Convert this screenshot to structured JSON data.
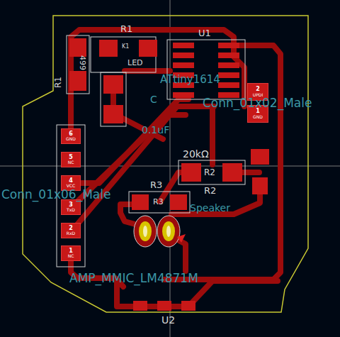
{
  "diagram": {
    "nodes": [
      {
        "text": [
          "6",
          "GND"
        ]
      },
      {
        "text": [
          "5",
          "NC"
        ]
      },
      {
        "text": [
          "4",
          "VCC"
        ]
      },
      {
        "text": [
          "3",
          "TxD"
        ]
      },
      {
        "text": [
          "2",
          "RxD"
        ]
      },
      {
        "text": [
          "1",
          "NC"
        ]
      },
      {
        "text": [
          "2",
          "UPDI"
        ]
      },
      {
        "text": [
          "1",
          "GND"
        ]
      }
    ],
    "labels": [
      "R1",
      "U1",
      "R1",
      "K1",
      "LED",
      "499",
      "ATtiny1614",
      "C",
      "Conn_01x02_Male",
      "0.1uF",
      "20kΩ",
      "R2",
      "R2",
      "Conn_01x06_Male",
      "R3",
      "R3",
      "Speaker",
      "AMP_MMIC_LM4871M",
      "U2"
    ]
  }
}
